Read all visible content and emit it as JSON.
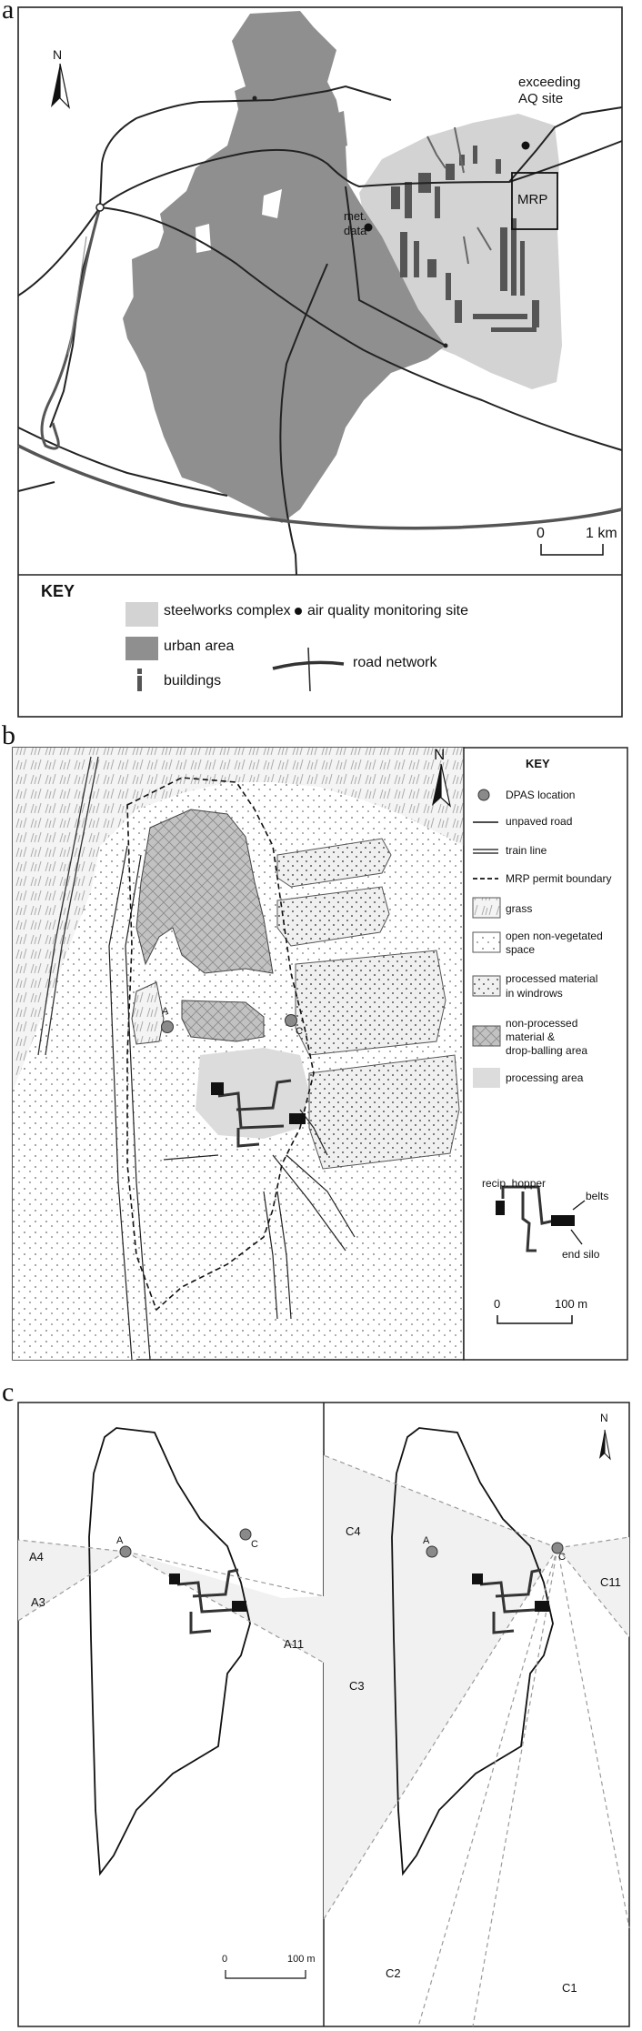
{
  "panel_a": {
    "letter": "a",
    "north": "N",
    "labels": {
      "exceeding_line1": "exceeding",
      "exceeding_line2": "AQ site",
      "mrp": "MRP",
      "met_line1": "met.",
      "met_line2": "data"
    },
    "scale": {
      "zero": "0",
      "end": "1 km"
    },
    "key": {
      "title": "KEY",
      "steelworks": "steelworks complex",
      "urban": "urban area",
      "buildings": "buildings",
      "aq_site": "air quality monitoring site",
      "road": "road network"
    },
    "colors": {
      "urban": "#8f8f8f",
      "steelworks": "#d3d3d3",
      "buildings": "#555555"
    }
  },
  "panel_b": {
    "letter": "b",
    "north": "N",
    "dpas": {
      "a": "A",
      "c": "C"
    },
    "key": {
      "title": "KEY",
      "dpas": "DPAS location",
      "unpaved": "unpaved road",
      "train": "train line",
      "permit": "MRP permit boundary",
      "grass": "grass",
      "open_line1": "open non-vegetated",
      "open_line2": "space",
      "processed_line1": "processed material",
      "processed_line2": "in windrows",
      "nonproc_line1": "non-processed",
      "nonproc_line2": "material &",
      "nonproc_line3": "drop-balling area",
      "processing": "processing area"
    },
    "inset": {
      "hopper": "recip. hopper",
      "belts": "belts",
      "silo": "end silo"
    },
    "scale": {
      "zero": "0",
      "end": "100 m"
    },
    "colors": {
      "dpas": "#8a8a8a",
      "processing": "#dcdcdc"
    }
  },
  "panel_c": {
    "letter": "c",
    "north": "N",
    "left": {
      "a": "A",
      "c": "C",
      "sectors": [
        "A4",
        "A3",
        "A11"
      ]
    },
    "right": {
      "a": "A",
      "c": "C",
      "sectors": [
        "C4",
        "C3",
        "C2",
        "C1",
        "C11"
      ]
    },
    "scale": {
      "zero": "0",
      "end": "100 m"
    },
    "colors": {
      "sector_fill": "#f1f1f1",
      "rays": "#9a9a9a"
    }
  }
}
